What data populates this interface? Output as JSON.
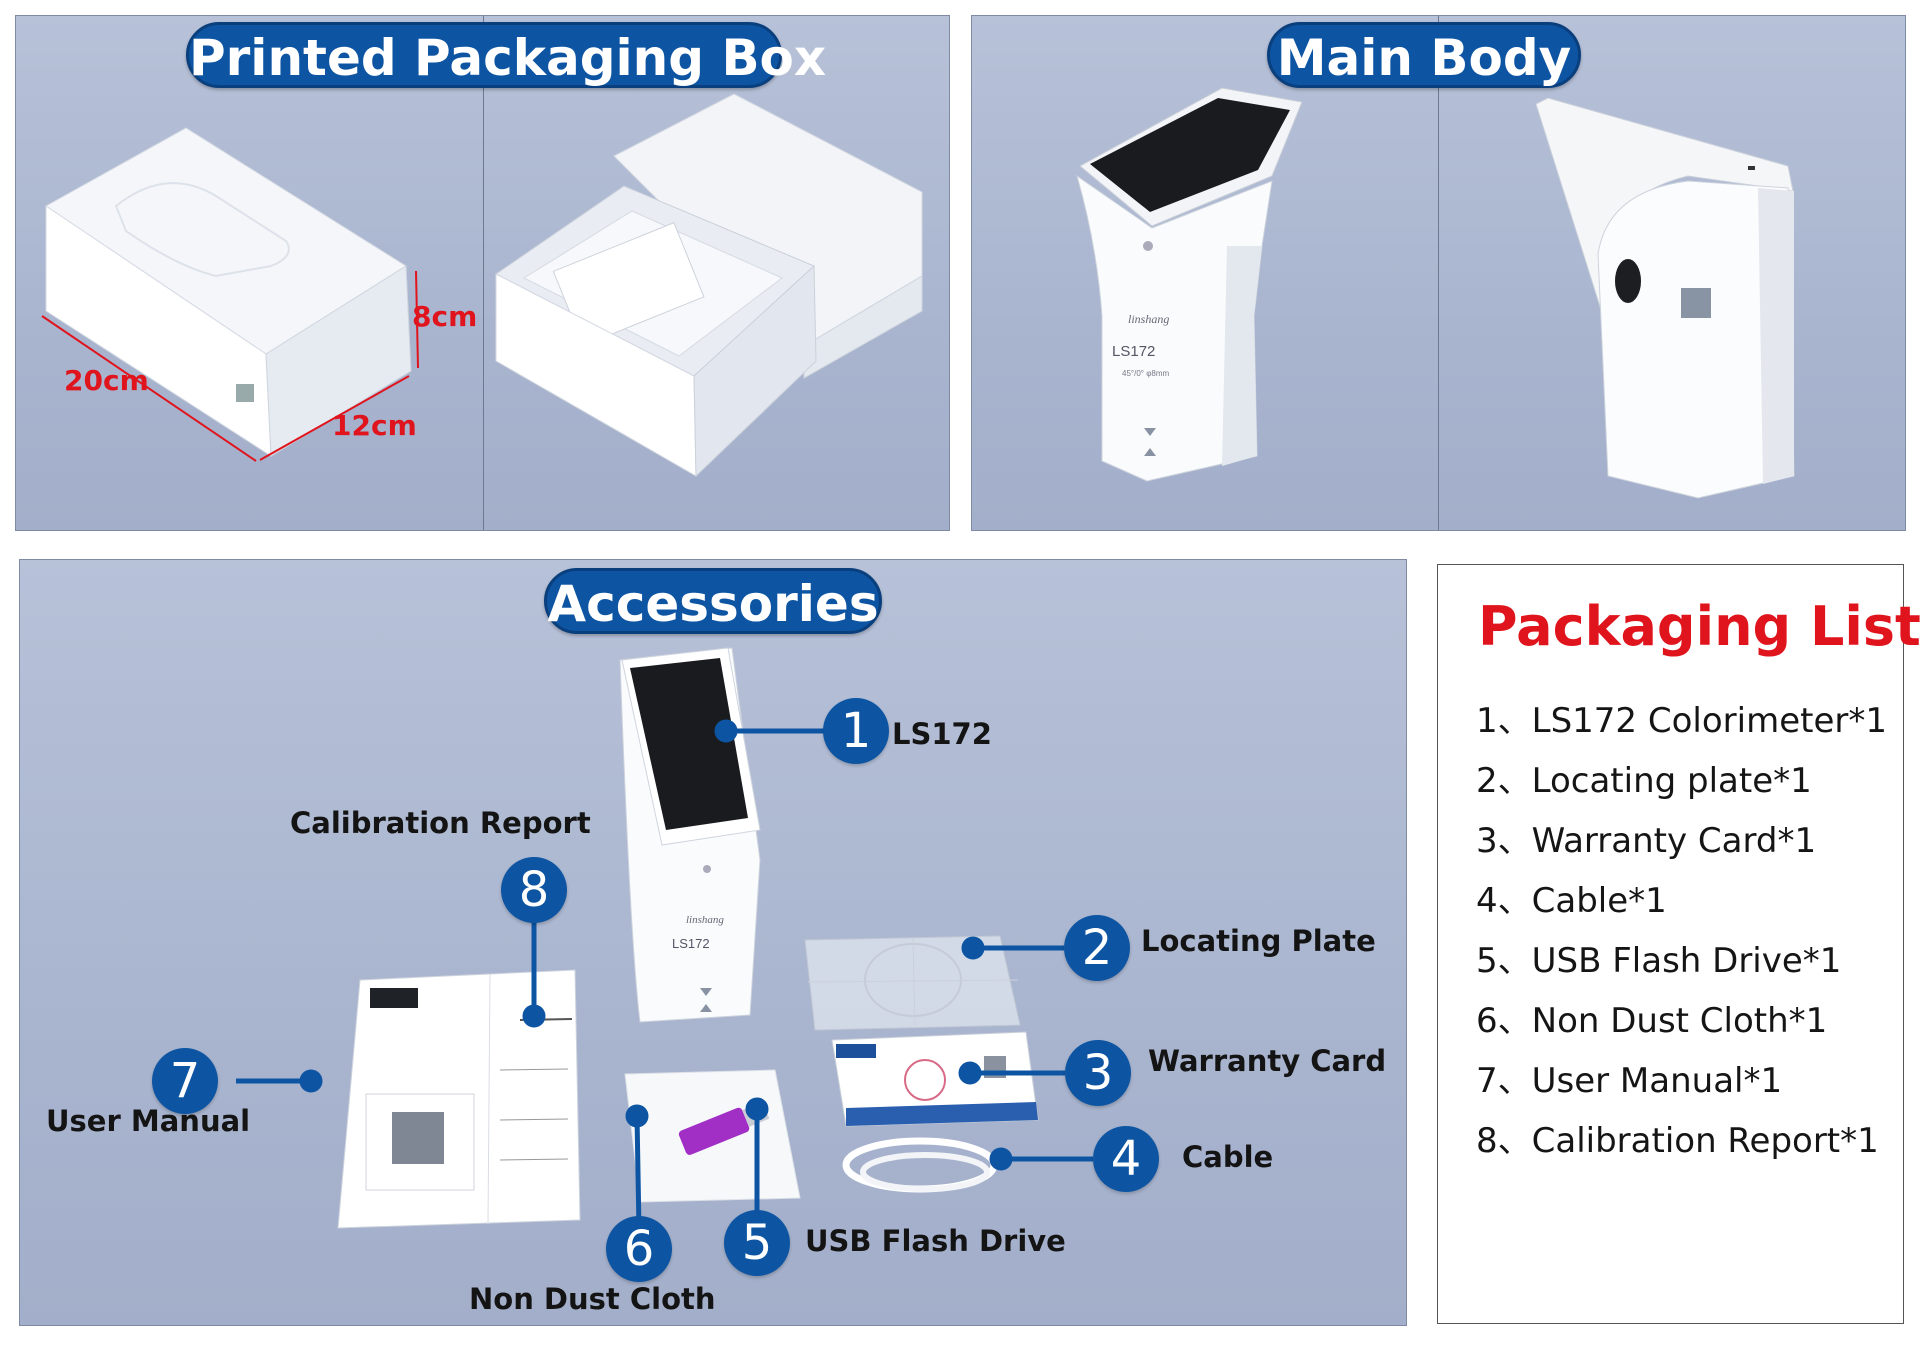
{
  "panels": {
    "packaging_box": {
      "title": "Printed Packaging Box",
      "dims": {
        "length": "20cm",
        "width": "12cm",
        "height": "8cm"
      }
    },
    "main_body": {
      "title": "Main Body"
    },
    "accessories": {
      "title": "Accessories",
      "callouts": [
        {
          "num": "1",
          "label": "LS172"
        },
        {
          "num": "2",
          "label": "Locating Plate"
        },
        {
          "num": "3",
          "label": "Warranty Card"
        },
        {
          "num": "4",
          "label": "Cable"
        },
        {
          "num": "5",
          "label": "USB Flash Drive"
        },
        {
          "num": "6",
          "label": "Non Dust Cloth"
        },
        {
          "num": "7",
          "label": "User Manual"
        },
        {
          "num": "8",
          "label": "Calibration Report"
        }
      ]
    }
  },
  "product": {
    "brand": "linshang",
    "model": "LS172",
    "spec": "45°/0°  φ8mm"
  },
  "packaging_list": {
    "title": "Packaging List",
    "items": [
      "1、LS172 Colorimeter*1",
      "2、Locating plate*1",
      "3、Warranty Card*1",
      "4、Cable*1",
      "5、USB Flash Drive*1",
      "6、Non Dust Cloth*1",
      "7、User Manual*1",
      "8、Calibration Report*1"
    ]
  },
  "colors": {
    "badge_blue": "#0d55a3",
    "accent_red": "#e0141c",
    "backdrop": "#a9b5cf"
  }
}
